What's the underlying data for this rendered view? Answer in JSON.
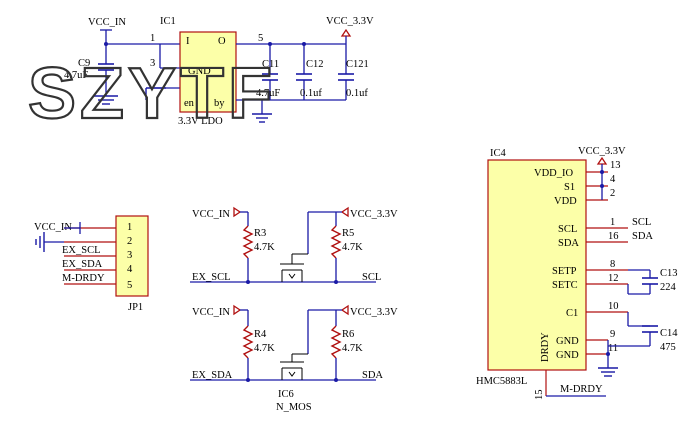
{
  "watermark": "SZYTF",
  "ldo": {
    "designator": "IC1",
    "comment": "3.3V LDO",
    "pins": {
      "in": "I",
      "out": "O",
      "gnd": "GND",
      "en": "en",
      "by": "by"
    },
    "pin_numbers": [
      "1",
      "3",
      "5"
    ],
    "input_net": "VCC_IN",
    "output_net": "VCC_3.3V",
    "c9": {
      "ref": "C9",
      "value": "4.7uF"
    },
    "c11": {
      "ref": "C11",
      "value": "4.7uF"
    },
    "c12": {
      "ref": "C12",
      "value": "0.1uf"
    },
    "c121": {
      "ref": "C121",
      "value": "0.1uf"
    }
  },
  "connector": {
    "designator": "JP1",
    "nets": [
      "VCC_IN",
      "EX_SCL",
      "EX_SDA",
      "M-DRDY"
    ],
    "pins": [
      "1",
      "2",
      "3",
      "4",
      "5"
    ]
  },
  "level_shift_top": {
    "left_power": "VCC_IN",
    "right_power": "VCC_3.3V",
    "r_left": {
      "ref": "R3",
      "value": "4.7K"
    },
    "r_right": {
      "ref": "R5",
      "value": "4.7K"
    },
    "left_net": "EX_SCL",
    "right_net": "SCL"
  },
  "level_shift_bottom": {
    "left_power": "VCC_IN",
    "right_power": "VCC_3.3V",
    "r_left": {
      "ref": "R4",
      "value": "4.7K"
    },
    "r_right": {
      "ref": "R6",
      "value": "4.7K"
    },
    "left_net": "EX_SDA",
    "right_net": "SDA",
    "fet_ref": "IC6",
    "fet_type": "N_MOS"
  },
  "sensor": {
    "designator": "IC4",
    "part": "HMC5883L",
    "power_net": "VCC_3.3V",
    "pins": [
      {
        "name": "VDD_IO",
        "num": "13"
      },
      {
        "name": "S1",
        "num": "4"
      },
      {
        "name": "VDD",
        "num": "2"
      },
      {
        "name": "SCL",
        "num": "1",
        "net": "SCL"
      },
      {
        "name": "SDA",
        "num": "16",
        "net": "SDA"
      },
      {
        "name": "SETP",
        "num": "8"
      },
      {
        "name": "SETC",
        "num": "12"
      },
      {
        "name": "C1",
        "num": "10"
      },
      {
        "name": "GND",
        "num": "9"
      },
      {
        "name": "GND",
        "num": "11"
      }
    ],
    "drdy_label": "DRDY",
    "drdy_num": "15",
    "drdy_net": "M-DRDY",
    "c13": {
      "ref": "C13",
      "value": "224"
    },
    "c14": {
      "ref": "C14",
      "value": "475"
    }
  }
}
